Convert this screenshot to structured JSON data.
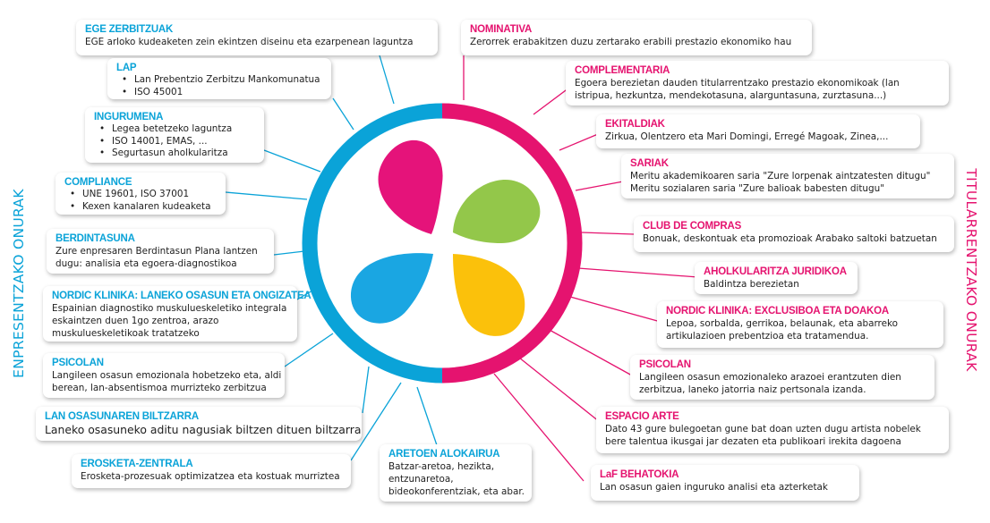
{
  "colors": {
    "left_accent": "#0aa3d8",
    "right_accent": "#e5136f",
    "petal_pink": "#e5137a",
    "petal_green": "#93c74a",
    "petal_blue": "#1aa6e2",
    "petal_yellow": "#fbc10b"
  },
  "side_labels": {
    "left": "ENPRESENTZAKO ONURAK",
    "right": "TITULARRENTZAKO ONURAK"
  },
  "center": {
    "icon": "four-petal-flower-icon"
  },
  "left_boxes": [
    {
      "title": "EGE ZERBITZUAK",
      "lines": [
        "EGE arloko kudeaketen zein ekintzen diseinu eta ezarpenean laguntza"
      ]
    },
    {
      "title": "LAP",
      "bullets": [
        "Lan Prebentzio Zerbitzu Mankomunatua",
        "ISO 45001"
      ]
    },
    {
      "title": "INGURUMENA",
      "bullets": [
        "Legea betetzeko laguntza",
        "ISO 14001, EMAS, ...",
        "Segurtasun aholkularitza"
      ]
    },
    {
      "title": "COMPLIANCE",
      "bullets": [
        "UNE 19601, ISO 37001",
        "Kexen kanalaren kudeaketa"
      ]
    },
    {
      "title": "BERDINTASUNA",
      "lines": [
        "Zure enpresaren Berdintasun Plana lantzen",
        "dugu: analisia eta egoera-diagnostikoa"
      ]
    },
    {
      "title": "NORDIC KLINIKA: LANEKO OSASUN ETA ONGIZATEA",
      "lines": [
        "Espainian diagnostiko muskulueskeletiko integrala",
        "eskaintzen duen 1go zentroa, arazo",
        "muskulueskeletikoak tratatzeko"
      ]
    },
    {
      "title": "PSICOLAN",
      "lines": [
        "Langileen osasun emozionala hobetzeko eta, aldi",
        "berean, lan-absentismoa murrizteko zerbitzua"
      ]
    },
    {
      "title": "LAN OSASUNAREN BILTZARRA",
      "lines": [
        "Laneko osasuneko aditu nagusiak biltzen dituen biltzarra"
      ]
    },
    {
      "title": "EROSKETA-ZENTRALA",
      "lines": [
        "Erosketa-prozesuak optimizatzea eta kostuak murriztea"
      ]
    },
    {
      "title": "ARETOEN ALOKAIRUA",
      "lines": [
        "Batzar-aretoa, hezikta,",
        "entzunaretoa,",
        "bideokonferentziak, eta abar."
      ]
    }
  ],
  "right_boxes": [
    {
      "title": "NOMINATIVA",
      "lines": [
        "Zerorrek erabakitzen duzu zertarako erabili prestazio ekonomiko hau"
      ]
    },
    {
      "title": "COMPLEMENTARIA",
      "lines": [
        "Egoera berezietan dauden titularrentzako prestazio ekonomikoak (lan",
        "istripua, hezkuntza, mendekotasuna, alarguntasuna, zurztasuna...)"
      ]
    },
    {
      "title": "EKITALDIAK",
      "lines": [
        "Zirkua, Olentzero eta Mari Domingi, Erregé Magoak, Zinea,..."
      ]
    },
    {
      "title": "SARIAK",
      "lines": [
        "Meritu akademikoaren saria \"Zure lorpenak aintzatesten ditugu\"",
        "Meritu sozialaren saria \"Zure balioak babesten ditugu\""
      ]
    },
    {
      "title": "CLUB DE COMPRAS",
      "lines": [
        "Bonuak, deskontuak eta promozioak Arabako saltoki batzuetan"
      ]
    },
    {
      "title": "AHOLKULARITZA JURIDIKOA",
      "lines": [
        "Baldintza berezietan"
      ]
    },
    {
      "title": "NORDIC KLINIKA: EXCLUSIBOA ETA DOAKOA",
      "lines": [
        "Lepoa, sorbalda, gerrikoa, belaunak, eta abarreko",
        "artikulazioen prebentzioa eta tratamendua."
      ]
    },
    {
      "title": "PSICOLAN",
      "lines": [
        "Langileen osasun emozionaleko arazoei erantzuten dien",
        "zerbitzua, laneko jatorria naiz pertsonala izanda."
      ]
    },
    {
      "title": "ESPACIO ARTE",
      "lines": [
        "Dato 43 gure bulegoetan gune bat doan uzten dugu artista nobelek",
        "bere talentua ikusgai jar dezaten eta publikoari irekita dagoena"
      ]
    },
    {
      "title": "LaF BEHATOKIA",
      "lines": [
        "Lan osasun gaien inguruko analisi eta azterketak"
      ]
    }
  ]
}
